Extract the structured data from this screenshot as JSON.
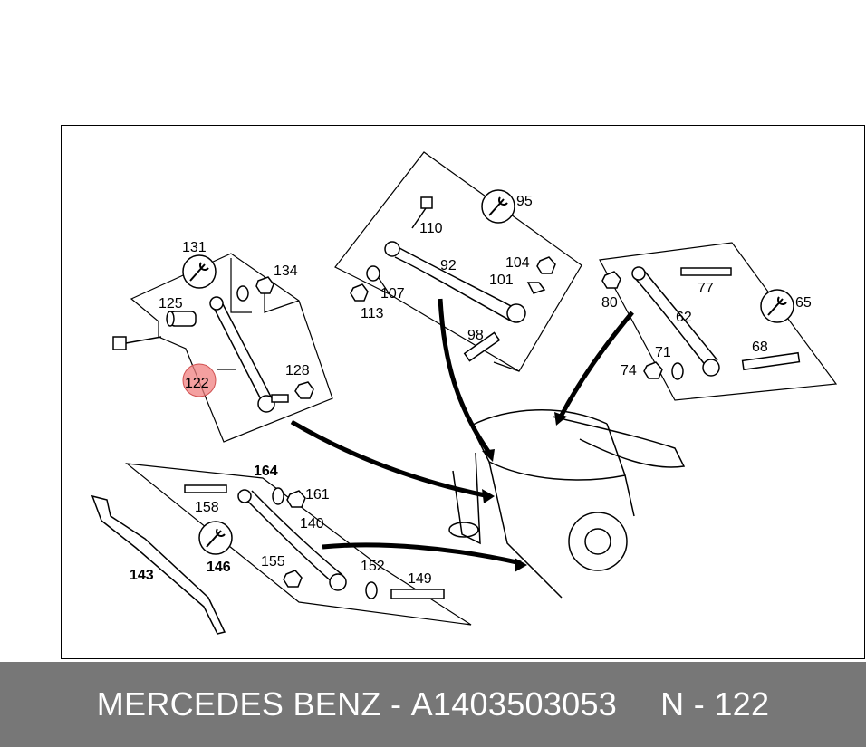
{
  "footer": {
    "brand": "MERCEDES BENZ",
    "separator": "-",
    "part_number": "A1403503053",
    "ref": "N - 122"
  },
  "highlight_color": "#f08080",
  "callouts": {
    "c131": "131",
    "c134": "134",
    "c125": "125",
    "c122": "122",
    "c128": "128",
    "c110": "110",
    "c95": "95",
    "c92": "92",
    "c104": "104",
    "c101": "101",
    "c107": "107",
    "c113": "113",
    "c98": "98",
    "c80": "80",
    "c77": "77",
    "c65": "65",
    "c62": "62",
    "c71": "71",
    "c74": "74",
    "c68": "68",
    "c164": "164",
    "c161": "161",
    "c158": "158",
    "c140": "140",
    "c146": "146",
    "c155": "155",
    "c152": "152",
    "c149": "149",
    "c143": "143"
  }
}
